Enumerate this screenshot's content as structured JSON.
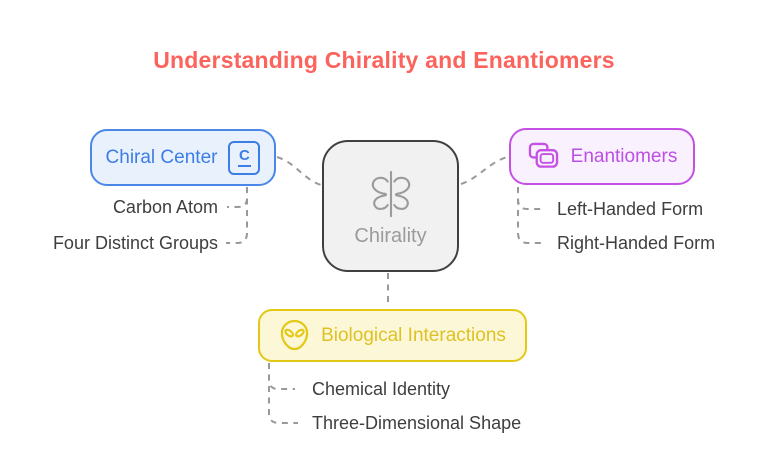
{
  "title": "Understanding Chirality and Enantiomers",
  "colors": {
    "title-color": "#fb635c",
    "blue-border": "#4a87e8",
    "blue-text": "#3c7de6",
    "blue-fill": "#e9f1fd",
    "purple-border": "#c451e3",
    "purple-text": "#bc4fe6",
    "purple-fill": "#faf1fe",
    "yellow-border": "#e4c816",
    "yellow-text": "#dfc125",
    "yellow-fill": "#fcf8d7",
    "gray-border": "#404040",
    "gray-fill": "#f1f1f1",
    "gray-text": "#9b9b9b",
    "child-text": "#3e3e3e",
    "connector": "#999999"
  },
  "center_node": {
    "label": "Chirality",
    "icon": "butterfly-mirror-icon"
  },
  "branches": {
    "chiral_center": {
      "label": "Chiral Center",
      "icon": "carbon-element-icon",
      "icon_letter": "C",
      "children": [
        "Carbon Atom",
        "Four Distinct Groups"
      ]
    },
    "enantiomers": {
      "label": "Enantiomers",
      "icon": "copy-stack-icon",
      "children": [
        "Left-Handed Form",
        "Right-Handed Form"
      ]
    },
    "biological_interactions": {
      "label": "Biological Interactions",
      "icon": "alien-face-icon",
      "children": [
        "Chemical Identity",
        "Three-Dimensional Shape"
      ]
    }
  }
}
